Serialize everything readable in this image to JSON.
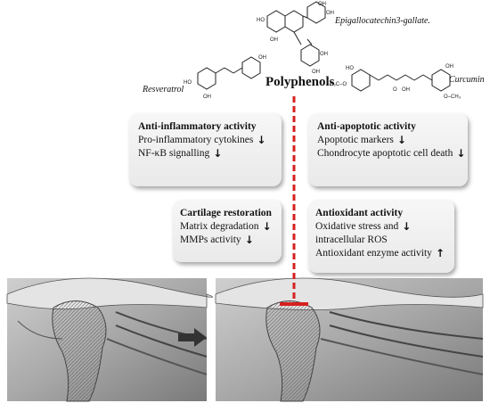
{
  "molecules": {
    "egcg": "Epigallocatechin3-gallate.",
    "resveratrol": "Resveratrol",
    "curcumin": "Curcumin",
    "center": "Polyphenols"
  },
  "boxes": {
    "anti_inflammatory": {
      "title": "Anti-inflammatory activity",
      "line1": "Pro-inflammatory cytokines",
      "line2": "NF-κB signalling"
    },
    "anti_apoptotic": {
      "title": "Anti-apoptotic activity",
      "line1": "Apoptotic markers",
      "line2": "Chondrocyte apoptotic cell death"
    },
    "cartilage": {
      "title": "Cartilage restoration",
      "line1": "Matrix degradation",
      "line2": "MMPs activity"
    },
    "antioxidant": {
      "title": "Antioxidant activity",
      "line1": "Oxidative stress and",
      "line2": "intracellular ROS",
      "line3": "Antioxidant enzyme activity"
    }
  },
  "arrows": {
    "down": "↓",
    "up": "↑"
  },
  "colors": {
    "inhibit_line": "#d62020",
    "transition_arrow": "#333333"
  },
  "icons": [
    "egcg-structure-icon",
    "resveratrol-structure-icon",
    "curcumin-structure-icon",
    "joint-left-image",
    "joint-right-image",
    "transition-arrow-icon",
    "inhibition-line-icon"
  ]
}
